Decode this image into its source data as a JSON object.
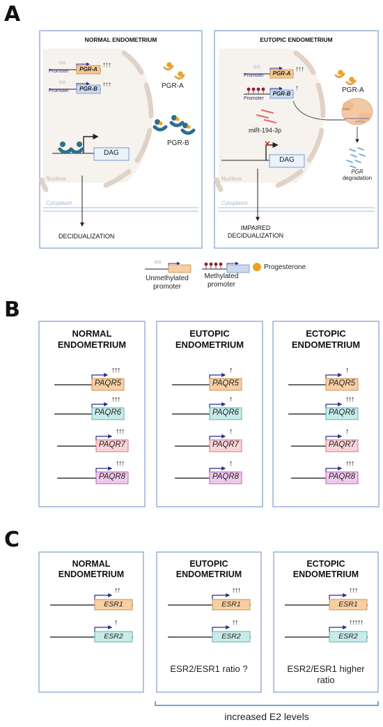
{
  "panels": {
    "A": {
      "label": "A",
      "normal_title": "NORMAL ENDOMETRIUM",
      "eutopic_title": "EUTOPIC ENDOMETRIUM",
      "promoter": "Promoter",
      "pgr_a_gene": "PGR-A",
      "pgr_b_gene": "PGR-B",
      "pgr_a_protein": "PGR-A",
      "pgr_b_protein": "PGR-B",
      "dag": "DAG",
      "nucleus": "Nucleus",
      "cytoplasm": "Cytoplasm",
      "decidualization": "DECIDUALIZATION",
      "impaired_line1": "IMPAIRED",
      "impaired_line2": "DECIDUALIZATION",
      "mirna": "miR-194-3p",
      "risc": "RISC",
      "mrna": "mRNA",
      "pgr_degradation_gene": "PGR",
      "degradation": "degradation",
      "normal_arrows": {
        "PGR-A": 3,
        "PGR-B": 3
      },
      "eutopic_arrows": {
        "PGR-A": 3,
        "PGR-B": 1
      }
    },
    "legend": {
      "unmethylated_line1": "Unmethylated",
      "unmethylated_line2": "promoter",
      "methylated_line1": "Methylated",
      "methylated_line2": "promoter",
      "progesterone": "Progesterone"
    },
    "B": {
      "label": "B",
      "boxes": [
        {
          "title1": "NORMAL",
          "title2": "ENDOMETRIUM",
          "genes": [
            {
              "name": "PAQR5",
              "arrows": 3
            },
            {
              "name": "PAQR6",
              "arrows": 3
            },
            {
              "name": "PAQR7",
              "arrows": 3
            },
            {
              "name": "PAQR8",
              "arrows": 3
            }
          ]
        },
        {
          "title1": "EUTOPIC",
          "title2": "ENDOMETRIUM",
          "genes": [
            {
              "name": "PAQR5",
              "arrows": 1
            },
            {
              "name": "PAQR6",
              "arrows": 1
            },
            {
              "name": "PAQR7",
              "arrows": 1
            },
            {
              "name": "PAQR8",
              "arrows": 1
            }
          ]
        },
        {
          "title1": "ECTOPIC",
          "title2": "ENDOMETRIUM",
          "genes": [
            {
              "name": "PAQR5",
              "arrows": 1
            },
            {
              "name": "PAQR6",
              "arrows": 3
            },
            {
              "name": "PAQR7",
              "arrows": 1
            },
            {
              "name": "PAQR8",
              "arrows": 3
            }
          ]
        }
      ]
    },
    "C": {
      "label": "C",
      "boxes": [
        {
          "title1": "NORMAL",
          "title2": "ENDOMETRIUM",
          "caption1": "",
          "caption2": "",
          "genes": [
            {
              "name": "ESR1",
              "arrows": 2
            },
            {
              "name": "ESR2",
              "arrows": 1
            }
          ]
        },
        {
          "title1": "EUTOPIC",
          "title2": "ENDOMETRIUM",
          "caption1": "ESR2/ESR1 ratio ?",
          "caption2": "",
          "genes": [
            {
              "name": "ESR1",
              "arrows": 3
            },
            {
              "name": "ESR2",
              "arrows": 2
            }
          ]
        },
        {
          "title1": "ECTOPIC",
          "title2": "ENDOMETRIUM",
          "caption1": "ESR2/ESR1 higher",
          "caption2": "ratio",
          "genes": [
            {
              "name": "ESR1",
              "arrows": 3
            },
            {
              "name": "ESR2",
              "arrows": 5
            }
          ]
        }
      ],
      "bracket_label": "increased E2 levels"
    }
  },
  "colors": {
    "box_border": "#7f9ccb",
    "nucleus": "#e3d6cb",
    "nucleus_fill": "#f6f2ee",
    "pgr_a": "#f4c98f",
    "pgr_b": "#c9daf2",
    "paqr5": "#f6cfa3",
    "paqr6": "#c8ecec",
    "paqr7": "#f8d3d8",
    "paqr8": "#efc9ee",
    "esr1": "#f6cfa3",
    "esr2": "#c8ecea",
    "promoter_arrow": "#2b2b8a",
    "progesterone": "#f2a21a",
    "receptor_b": "#2f6f8a",
    "methyl": "#8a1f2b",
    "mirna": "#e0666c",
    "membrane": "#c9d8ee"
  }
}
